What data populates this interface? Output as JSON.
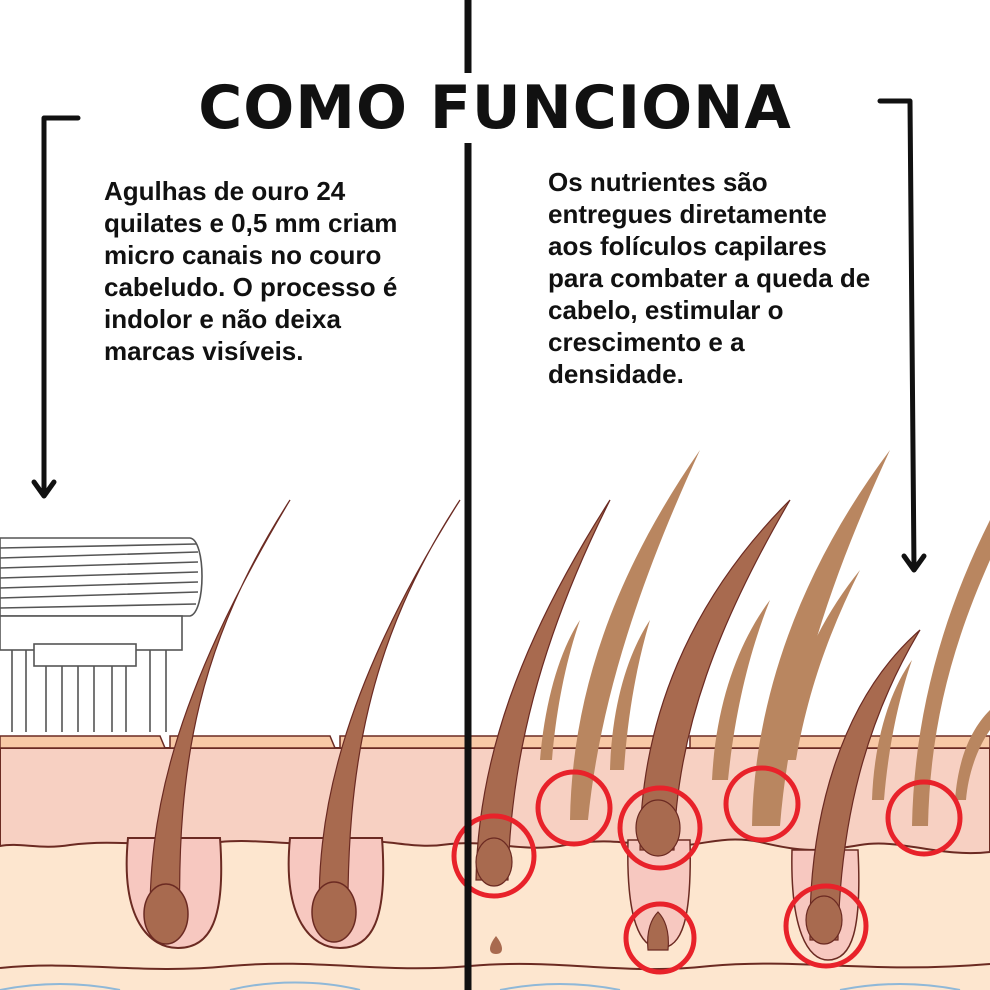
{
  "title": "COMO FUNCIONA",
  "left_panel": {
    "text": "Agulhas de ouro 24 quilates e 0,5 mm criam micro canais no couro cabeludo. O processo é indolor e não deixa marcas visíveis."
  },
  "right_panel": {
    "text": "Os nutrientes são entregues diretamente aos folículos capilares para combater a queda de cabelo, estimular o crescimento e a densidade."
  },
  "colors": {
    "ink": "#111111",
    "skin_top": "#f7c9b4",
    "skin_band": "#f5d0bf",
    "dermis": "#fde6cf",
    "hair": "#a86a4f",
    "hair_light": "#b98660",
    "follicle": "#f7c8c0",
    "highlight_circle": "#e8222a"
  }
}
